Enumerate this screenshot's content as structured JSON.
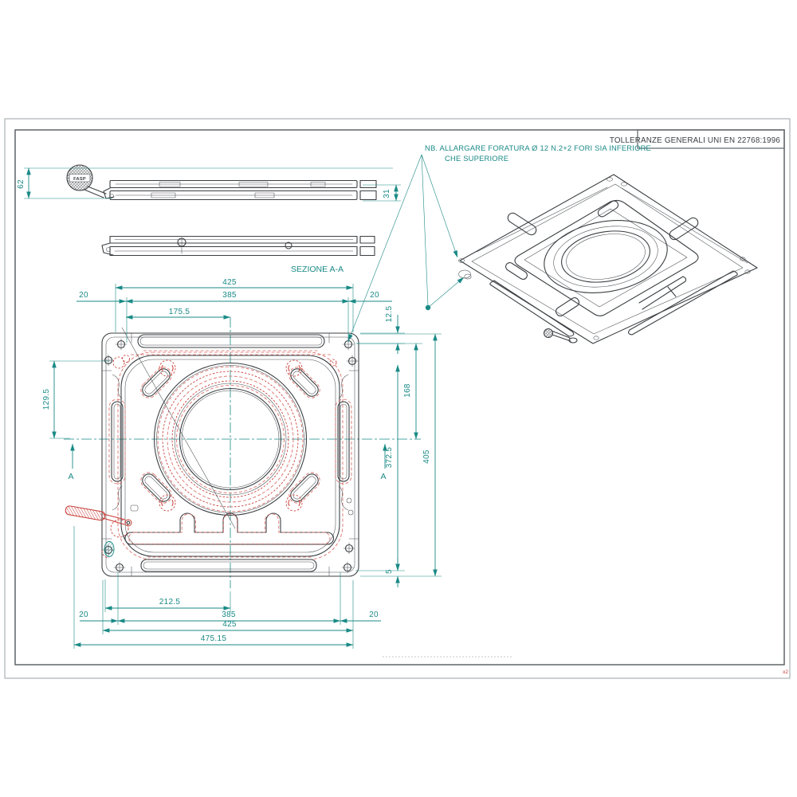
{
  "drawing": {
    "title_block": {
      "tolerances": "TOLLERANZE GENERALI UNI EN 22768:1996"
    },
    "note": {
      "line1": "NB. ALLARGARE FORATURA Ø 12 N.2+2 FORI SIA INFERIORE",
      "line2": "CHE SUPERIORE"
    },
    "labels": {
      "section_title": "SEZIONE A-A",
      "section_marker_left": "A",
      "section_marker_right": "A",
      "quantity": "x2",
      "brand": "FASP"
    },
    "dimensions": {
      "side_view": {
        "total_height": "62",
        "plate_stack_height": "31"
      },
      "plan_top": {
        "overall_width": "425",
        "hole_span": "385",
        "slot_offset": "175.5",
        "edge_margin_left": "20",
        "edge_margin_right": "20",
        "top_hole_offset": "12.5"
      },
      "plan_bottom": {
        "half_span": "212.5",
        "hole_span": "385",
        "overall_width": "425",
        "total_width_with_handle": "475.15",
        "edge_margin_left": "20",
        "edge_margin_right": "20"
      },
      "plan_left": {
        "upper_hole_to_center": "129.5"
      },
      "plan_right": {
        "hole_to_center": "168",
        "hole_span_vertical": "372.5",
        "overall_height": "405",
        "bottom_edge_offset": "5"
      }
    },
    "colors": {
      "dimension_teal": "#1a8a86",
      "detail_red": "#c63a34",
      "line_dark": "#3c4043",
      "border_gray": "#8a8f94"
    }
  }
}
